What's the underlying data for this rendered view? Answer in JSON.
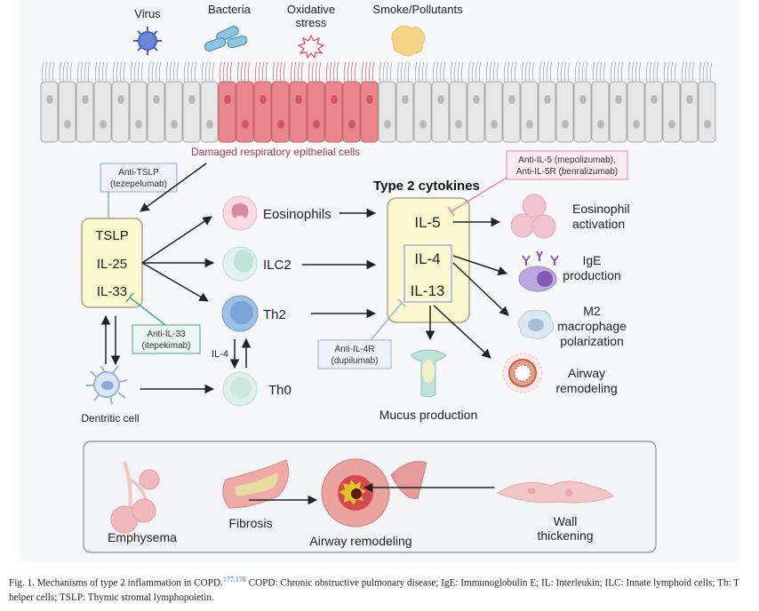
{
  "triggers": [
    {
      "label": "Virus",
      "icon": "virus-icon"
    },
    {
      "label": "Bacteria",
      "icon": "bacteria-icon"
    },
    {
      "label_lines": [
        "Oxidative",
        "stress"
      ],
      "icon": "oxidative-stress-icon"
    },
    {
      "label": "Smoke/Pollutants",
      "icon": "smoke-particle-icon"
    }
  ],
  "epithelium": {
    "label": "Damaged respiratory epithelial cells"
  },
  "alarmins": {
    "items": [
      "TSLP",
      "IL-25",
      "IL-33"
    ]
  },
  "inhibitors": {
    "tslp": [
      "Anti-TSLP",
      "(tezepelumab)"
    ],
    "il33": [
      "Anti-IL-33",
      "(itepekimab)"
    ],
    "il4r": [
      "Anti-IL-4R",
      "(dupilumab)"
    ],
    "il5": [
      "Anti-IL-5 (mepolizumab),",
      "Anti-IL-5R (benralizumab)"
    ]
  },
  "cells": {
    "eosinophils": "Eosinophils",
    "ilc2": "ILC2",
    "th2": "Th2",
    "th0": "Th0",
    "dendritic": "Dentritic cell",
    "il4_label": "IL-4"
  },
  "cytokines": {
    "title": "Type 2 cytokines",
    "il5": "IL-5",
    "il4": "IL-4",
    "il13": "IL-13"
  },
  "outcomes": {
    "eos_activation": [
      "Eosinophil",
      "activation"
    ],
    "ige": [
      "IgE",
      "production"
    ],
    "m2": [
      "M2",
      "macrophage",
      "polarization"
    ],
    "airway": [
      "Airway",
      "remodeling"
    ],
    "mucus": "Mucus production"
  },
  "remodeling_panel": {
    "emphysema": "Emphysema",
    "fibrosis": "Fibrosis",
    "airway_remodeling": "Airway remodeling",
    "wall_thickening": [
      "Wall",
      "thickening"
    ]
  },
  "caption": {
    "fig_label": "Fig. 1.",
    "title": "Mechanisms of type 2 inflammation in COPD.",
    "refs": "177,178",
    "text": " COPD: Chronic obstructive pulmonary disease; IgE: Immunoglobulin E; IL: Interleukin; ILC: Innate lymphoid cells; Th: T helper cells; TSLP: Thymic stromal lymphopoietin."
  },
  "colors": {
    "cytokine_box_fill": "#fbf7cf",
    "cytokine_box_stroke": "#a8a68a",
    "tslp_inhibitor": "#8fa8d8",
    "il33_inhibitor": "#4aa88e",
    "il5_inhibitor": "#dd8ea8",
    "damaged_cells": "#e9868e",
    "label_red": "#b03a48"
  }
}
